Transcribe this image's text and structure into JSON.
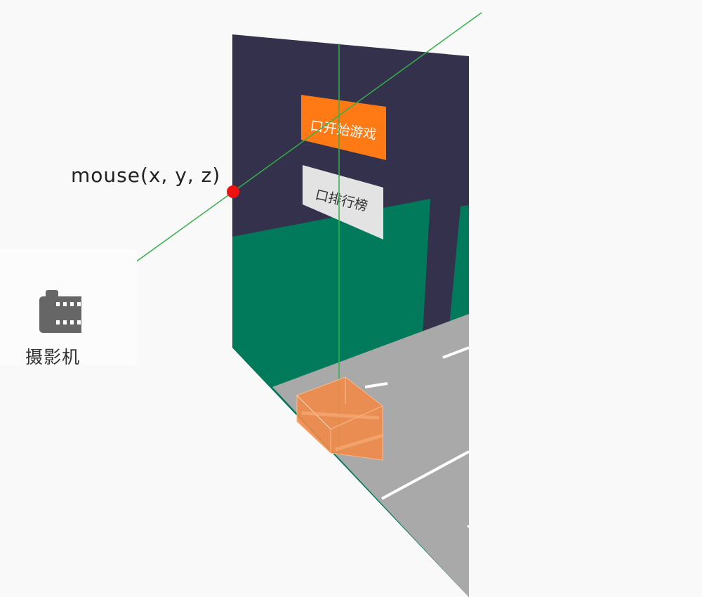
{
  "scene": {
    "mouse_point_label": "mouse(x, y, z)",
    "camera_label": "摄影机",
    "buttons": [
      {
        "label": "口开始游戏",
        "color": "#ff7a14",
        "text_color": "#ffffff"
      },
      {
        "label": "口排行榜",
        "color": "#e3e3e3",
        "text_color": "#333333"
      }
    ],
    "colors": {
      "sky": "#33314c",
      "grass": "#007a5a",
      "road": "#a9a9aa",
      "lane_marking": "#ffffff",
      "ray": "#33b04a",
      "mouse_point": "#ee1111",
      "box": "#ff7a14",
      "camera_icon": "#666666"
    },
    "icons": {
      "camera": "camera-icon",
      "mouse_point": "mouse-point-marker"
    }
  }
}
